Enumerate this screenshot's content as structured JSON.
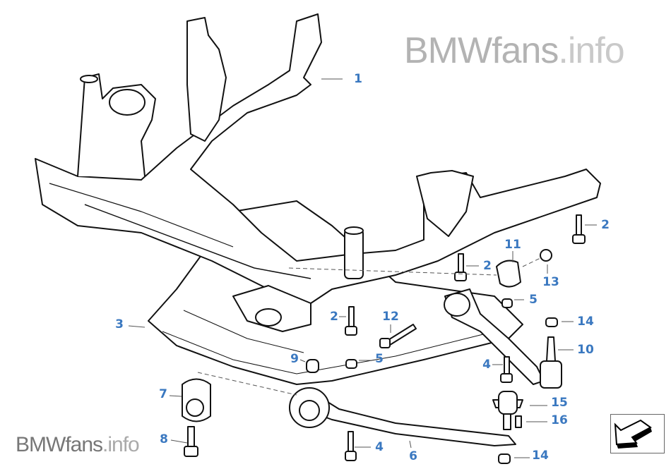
{
  "watermark_top": {
    "brand": "BMWfans",
    "tld": ".info"
  },
  "watermark_bottom": {
    "brand": "BMWfans",
    "tld": ".info"
  },
  "label_color": "#3a78c0",
  "callouts": [
    {
      "id": "c1",
      "text": "1"
    },
    {
      "id": "c2a",
      "text": "2"
    },
    {
      "id": "c2b",
      "text": "2"
    },
    {
      "id": "c2c",
      "text": "2"
    },
    {
      "id": "c3",
      "text": "3"
    },
    {
      "id": "c4a",
      "text": "4"
    },
    {
      "id": "c4b",
      "text": "4"
    },
    {
      "id": "c5a",
      "text": "5"
    },
    {
      "id": "c5b",
      "text": "5"
    },
    {
      "id": "c6",
      "text": "6"
    },
    {
      "id": "c7",
      "text": "7"
    },
    {
      "id": "c8",
      "text": "8"
    },
    {
      "id": "c9",
      "text": "9"
    },
    {
      "id": "c10",
      "text": "10"
    },
    {
      "id": "c11",
      "text": "11"
    },
    {
      "id": "c12",
      "text": "12"
    },
    {
      "id": "c13",
      "text": "13"
    },
    {
      "id": "c14a",
      "text": "14"
    },
    {
      "id": "c14b",
      "text": "14"
    },
    {
      "id": "c15",
      "text": "15"
    },
    {
      "id": "c16",
      "text": "16"
    }
  ],
  "nav": {
    "icon": "arrow-down-left-icon"
  }
}
